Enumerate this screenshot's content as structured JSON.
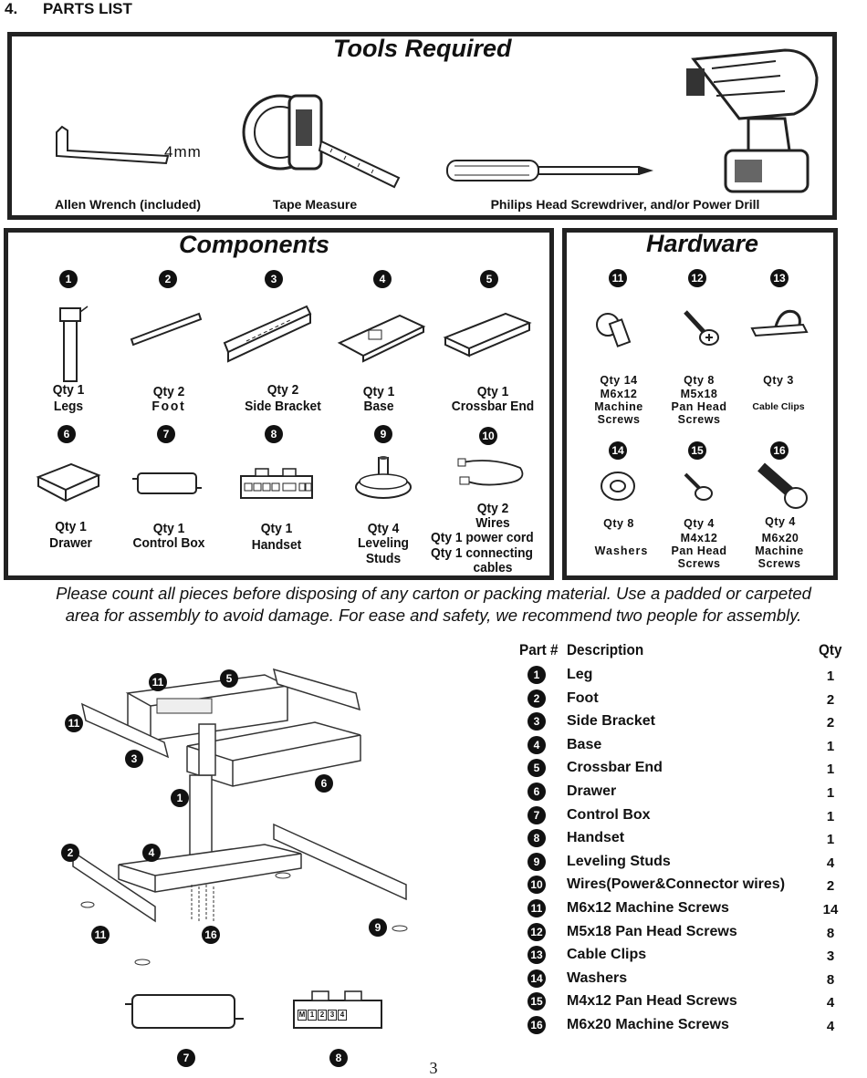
{
  "section": {
    "number": "4.",
    "title": "PARTS LIST"
  },
  "tools": {
    "title": "Tools Required",
    "allen_size": "4mm",
    "items": [
      "Allen Wrench (included)",
      "Tape Measure",
      "Philips Head Screwdriver, and/or Power Drill"
    ]
  },
  "components": {
    "title": "Components",
    "items": [
      {
        "num": "1",
        "qty": "Qty 1",
        "name": "Legs"
      },
      {
        "num": "2",
        "qty": "Qty 2",
        "name": "Foot"
      },
      {
        "num": "3",
        "qty": "Qty 2",
        "name": "Side Bracket"
      },
      {
        "num": "4",
        "qty": "Qty 1",
        "name": "Base"
      },
      {
        "num": "5",
        "qty": "Qty 1",
        "name": "Crossbar End"
      },
      {
        "num": "6",
        "qty": "Qty 1",
        "name": "Drawer"
      },
      {
        "num": "7",
        "qty": "Qty 1",
        "name": "Control Box"
      },
      {
        "num": "8",
        "qty": "Qty 1",
        "name": "Handset"
      },
      {
        "num": "9",
        "qty": "Qty 4",
        "name": "Leveling Studs"
      },
      {
        "num": "10",
        "qty": "Qty 2",
        "name": "Wires"
      }
    ],
    "wires_extra": [
      "Qty 1 power cord",
      "Qty 1 connecting",
      "cables"
    ]
  },
  "hardware": {
    "title": "Hardware",
    "items": [
      {
        "num": "11",
        "qty": "Qty 14",
        "size": "M6x12",
        "name": "Machine Screws"
      },
      {
        "num": "12",
        "qty": "Qty 8",
        "size": "M5x18",
        "name": "Pan Head Screws"
      },
      {
        "num": "13",
        "qty": "Qty 3",
        "size": "",
        "name": "Cable Clips"
      },
      {
        "num": "14",
        "qty": "Qty 8",
        "size": "",
        "name": "Washers"
      },
      {
        "num": "15",
        "qty": "Qty 4",
        "size": "M4x12",
        "name": "Pan Head Screws"
      },
      {
        "num": "16",
        "qty": "Qty 4",
        "size": "M6x20",
        "name": "Machine Screws"
      }
    ]
  },
  "notice": {
    "line1": "Please count all pieces before disposing of any carton or packing material. Use a padded or carpeted",
    "line2": "area for assembly to avoid damage. For ease and safety, we recommend two people for assembly."
  },
  "diagram_callouts": [
    "11",
    "5",
    "11",
    "3",
    "6",
    "1",
    "2",
    "4",
    "9",
    "11",
    "16",
    "7",
    "8"
  ],
  "handset_buttons": [
    "M",
    "1",
    "2",
    "3",
    "4"
  ],
  "table": {
    "headers": {
      "part": "Part #",
      "description": "Description",
      "qty": "Qty"
    },
    "rows": [
      {
        "num": "1",
        "desc": "Leg",
        "qty": "1"
      },
      {
        "num": "2",
        "desc": "Foot",
        "qty": "2"
      },
      {
        "num": "3",
        "desc": "Side Bracket",
        "qty": "2"
      },
      {
        "num": "4",
        "desc": "Base",
        "qty": "1"
      },
      {
        "num": "5",
        "desc": "Crossbar End",
        "qty": "1"
      },
      {
        "num": "6",
        "desc": "Drawer",
        "qty": "1"
      },
      {
        "num": "7",
        "desc": "Control Box",
        "qty": "1"
      },
      {
        "num": "8",
        "desc": "Handset",
        "qty": "1"
      },
      {
        "num": "9",
        "desc": "Leveling Studs",
        "qty": "4"
      },
      {
        "num": "10",
        "desc": "Wires(Power&Connector wires)",
        "qty": "2"
      },
      {
        "num": "11",
        "desc": "M6x12 Machine Screws",
        "qty": "14"
      },
      {
        "num": "12",
        "desc": "M5x18 Pan Head Screws",
        "qty": "8"
      },
      {
        "num": "13",
        "desc": "Cable Clips",
        "qty": "3"
      },
      {
        "num": "14",
        "desc": "Washers",
        "qty": "8"
      },
      {
        "num": "15",
        "desc": "M4x12 Pan Head Screws",
        "qty": "4"
      },
      {
        "num": "16",
        "desc": "M6x20 Machine Screws",
        "qty": "4"
      }
    ]
  },
  "page_number": "3"
}
